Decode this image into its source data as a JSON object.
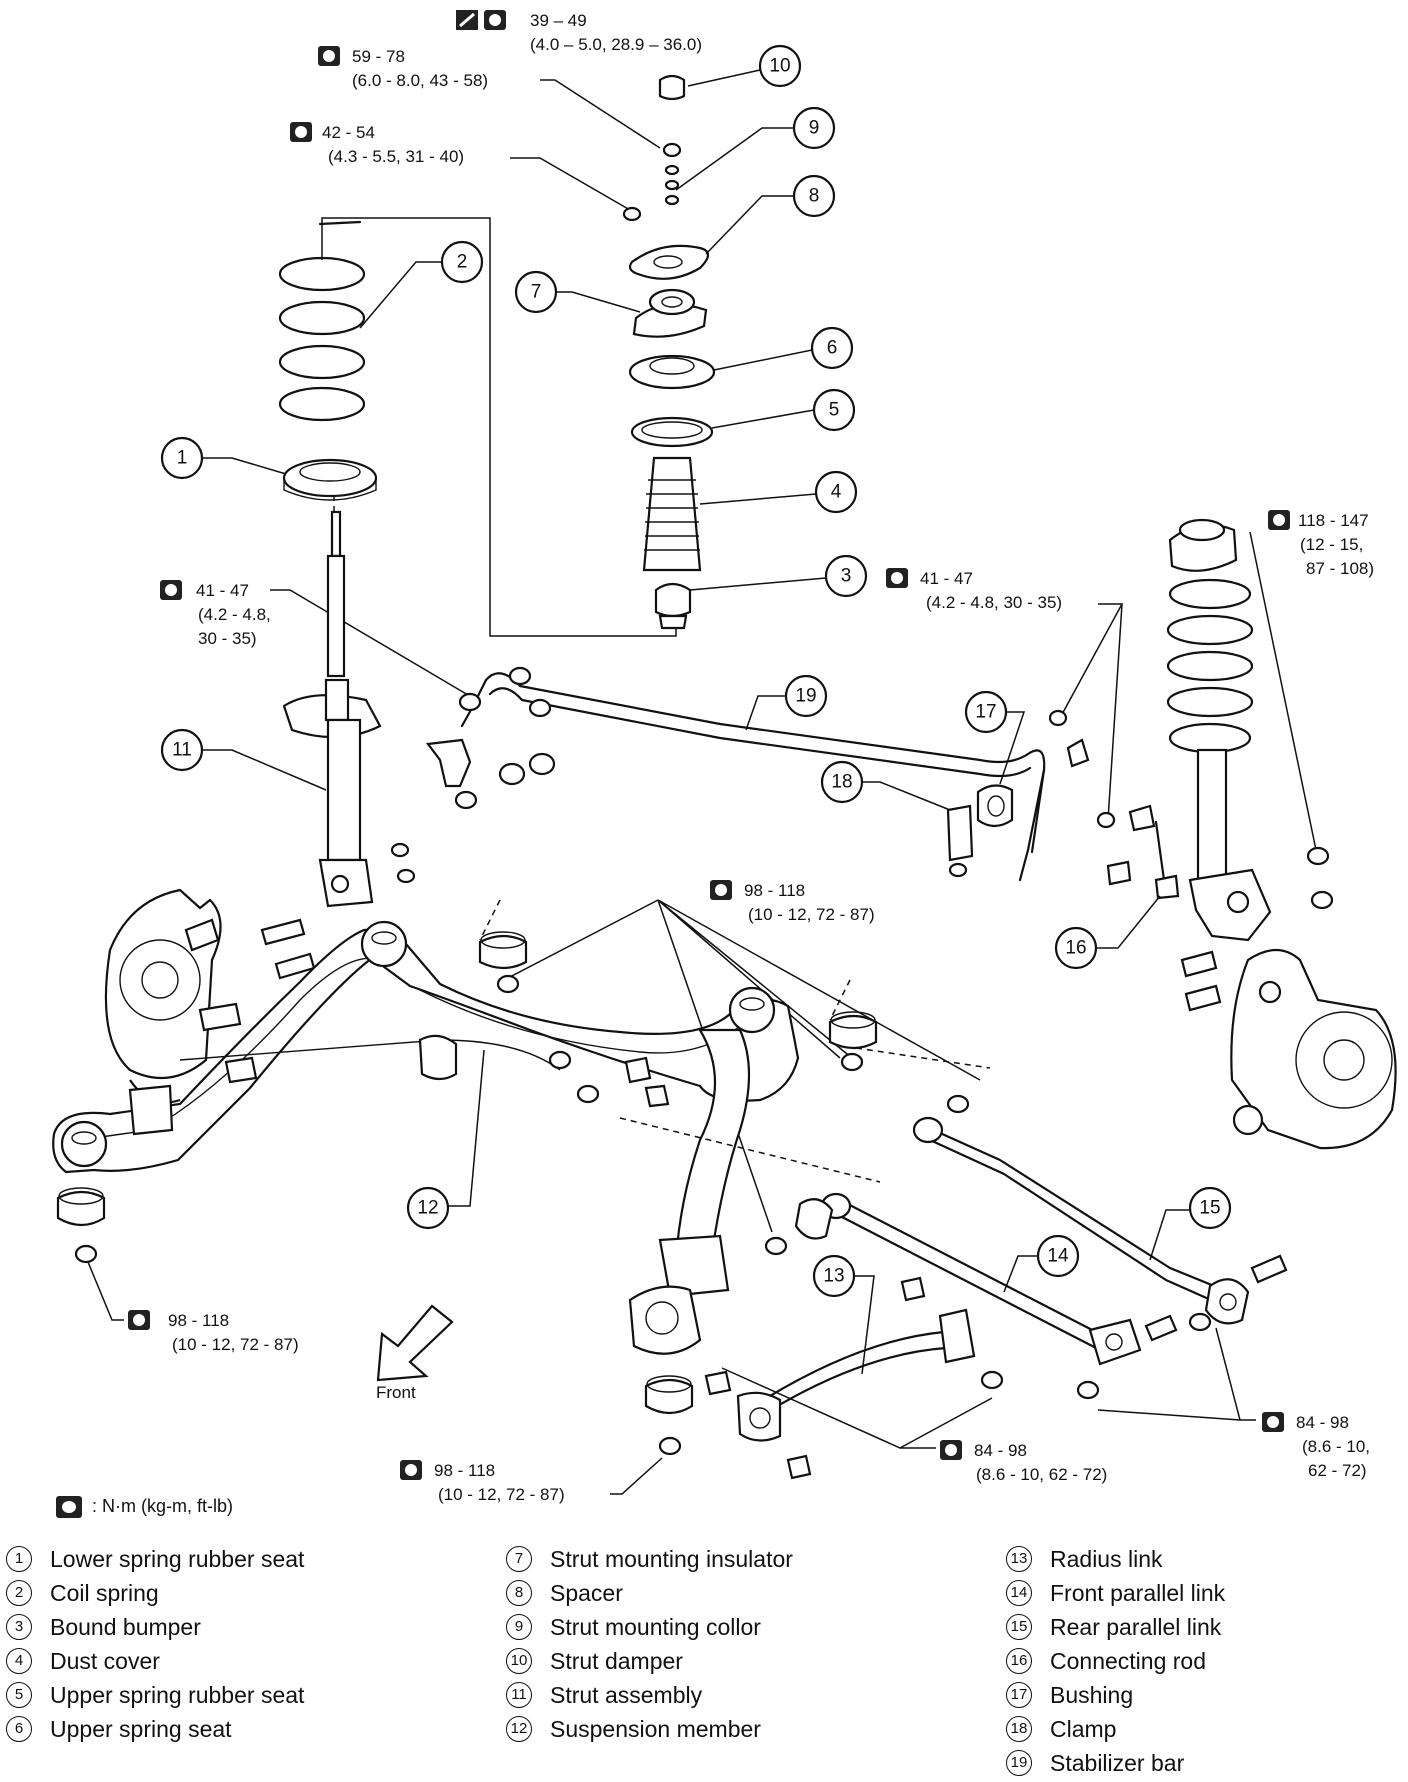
{
  "torque_specs": {
    "spec_39_49": {
      "value": "39 – 49",
      "sub": "(4.0 – 5.0, 28.9 – 36.0)"
    },
    "spec_59_78": {
      "value": "59 - 78",
      "sub": "(6.0 - 8.0, 43 - 58)"
    },
    "spec_42_54": {
      "value": "42 - 54",
      "sub": "(4.3 - 5.5, 31 - 40)"
    },
    "spec_41_47_left": {
      "value": "41 - 47",
      "sub1": "(4.2 - 4.8,",
      "sub2": "30 - 35)"
    },
    "spec_41_47_right": {
      "value": "41 - 47",
      "sub": "(4.2 - 4.8, 30 - 35)"
    },
    "spec_118_147": {
      "value": "118 - 147",
      "sub1": "(12 - 15,",
      "sub2": "87 - 108)"
    },
    "spec_98_118_center": {
      "value": "98 - 118",
      "sub": "(10 - 12, 72 - 87)"
    },
    "spec_98_118_left": {
      "value": "98 - 118",
      "sub": "(10 - 12, 72 - 87)"
    },
    "spec_98_118_bottom": {
      "value": "98 - 118",
      "sub": "(10 - 12, 72 - 87)"
    },
    "spec_84_98_center": {
      "value": "84 - 98",
      "sub": "(8.6 - 10, 62 - 72)"
    },
    "spec_84_98_right": {
      "value": "84 - 98",
      "sub1": "(8.6 - 10,",
      "sub2": "62 - 72)"
    }
  },
  "callouts": [
    "1",
    "2",
    "3",
    "4",
    "5",
    "6",
    "7",
    "8",
    "9",
    "10",
    "11",
    "12",
    "13",
    "14",
    "15",
    "16",
    "17",
    "18",
    "19"
  ],
  "front_label": "Front",
  "unit_note": ": N·m (kg-m, ft-lb)",
  "legend": {
    "col1": [
      {
        "num": "1",
        "label": "Lower spring rubber seat"
      },
      {
        "num": "2",
        "label": "Coil spring"
      },
      {
        "num": "3",
        "label": "Bound bumper"
      },
      {
        "num": "4",
        "label": "Dust cover"
      },
      {
        "num": "5",
        "label": "Upper spring rubber seat"
      },
      {
        "num": "6",
        "label": "Upper spring seat"
      }
    ],
    "col2": [
      {
        "num": "7",
        "label": "Strut mounting insulator"
      },
      {
        "num": "8",
        "label": "Spacer"
      },
      {
        "num": "9",
        "label": "Strut mounting collor"
      },
      {
        "num": "10",
        "label": "Strut damper"
      },
      {
        "num": "11",
        "label": "Strut assembly"
      },
      {
        "num": "12",
        "label": "Suspension member"
      }
    ],
    "col3": [
      {
        "num": "13",
        "label": "Radius link"
      },
      {
        "num": "14",
        "label": "Front parallel link"
      },
      {
        "num": "15",
        "label": "Rear parallel link"
      },
      {
        "num": "16",
        "label": "Connecting rod"
      },
      {
        "num": "17",
        "label": "Bushing"
      },
      {
        "num": "18",
        "label": "Clamp"
      },
      {
        "num": "19",
        "label": "Stabilizer bar"
      }
    ]
  }
}
